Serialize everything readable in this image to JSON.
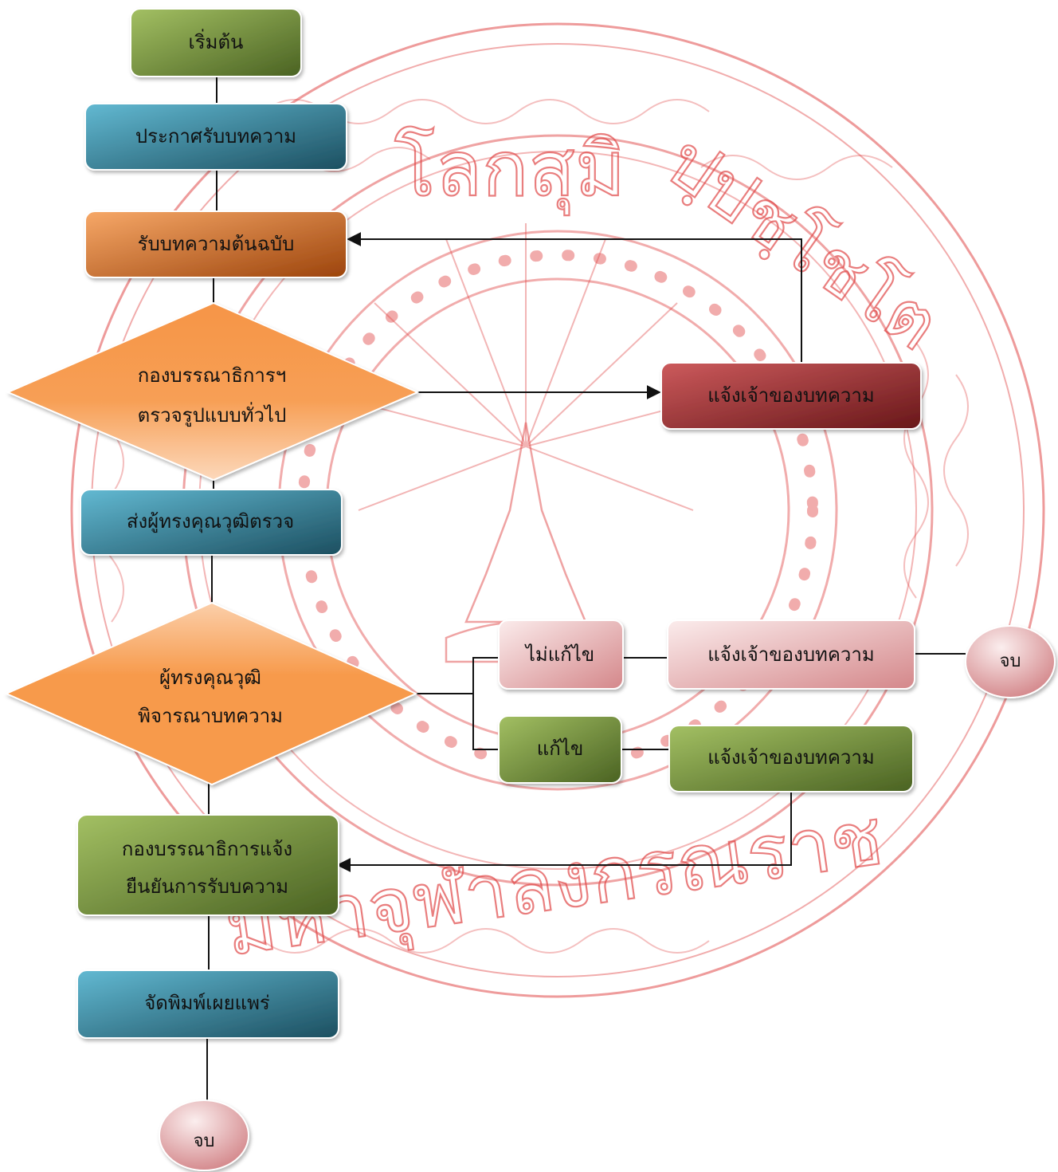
{
  "watermark": {
    "top_text": "โลกสุมิ",
    "right_text": "ปฺปชฺโชโต",
    "bottom_text": "มหาจุฬาลงกรณราช",
    "color": "#e04848"
  },
  "nodes": {
    "start": "เริ่มต้น",
    "announce": "ประกาศรับบทความ",
    "receive": "รับบทความต้นฉบับ",
    "check_line1": "กองบรรณาธิการฯ",
    "check_line2": "ตรวจรูปแบบทั่วไป",
    "notify_owner_1": "แจ้งเจ้าของบทความ",
    "send_experts": "ส่งผู้ทรงคุณวุฒิตรวจ",
    "review_line1": "ผู้ทรงคุณวุฒิ",
    "review_line2": "พิจารณาบทความ",
    "no_revision": "ไม่แก้ไข",
    "notify_owner_2": "แจ้งเจ้าของบทความ",
    "end_right": "จบ",
    "revision": "แก้ไข",
    "notify_owner_3": "แจ้งเจ้าของบทความ",
    "confirm_line1": "กองบรรณาธิการแจ้ง",
    "confirm_line2": "ยืนยันการรับบความ",
    "publish": "จัดพิมพ์เผยแพร่",
    "end_bottom": "จบ"
  },
  "colors": {
    "green_top": "#9dbb5b",
    "green_bottom": "#4e6727",
    "blue_top": "#5bb3cc",
    "blue_bottom": "#1e5466",
    "orange_top": "#f5a05a",
    "orange_bottom": "#a24a0f",
    "diamond": "#f79a4b",
    "diamond_light": "#fcd2b0",
    "red_top": "#c95456",
    "red_bottom": "#6e1a1c",
    "pink_top": "#f8e3e3",
    "pink_bottom": "#d9898c"
  }
}
